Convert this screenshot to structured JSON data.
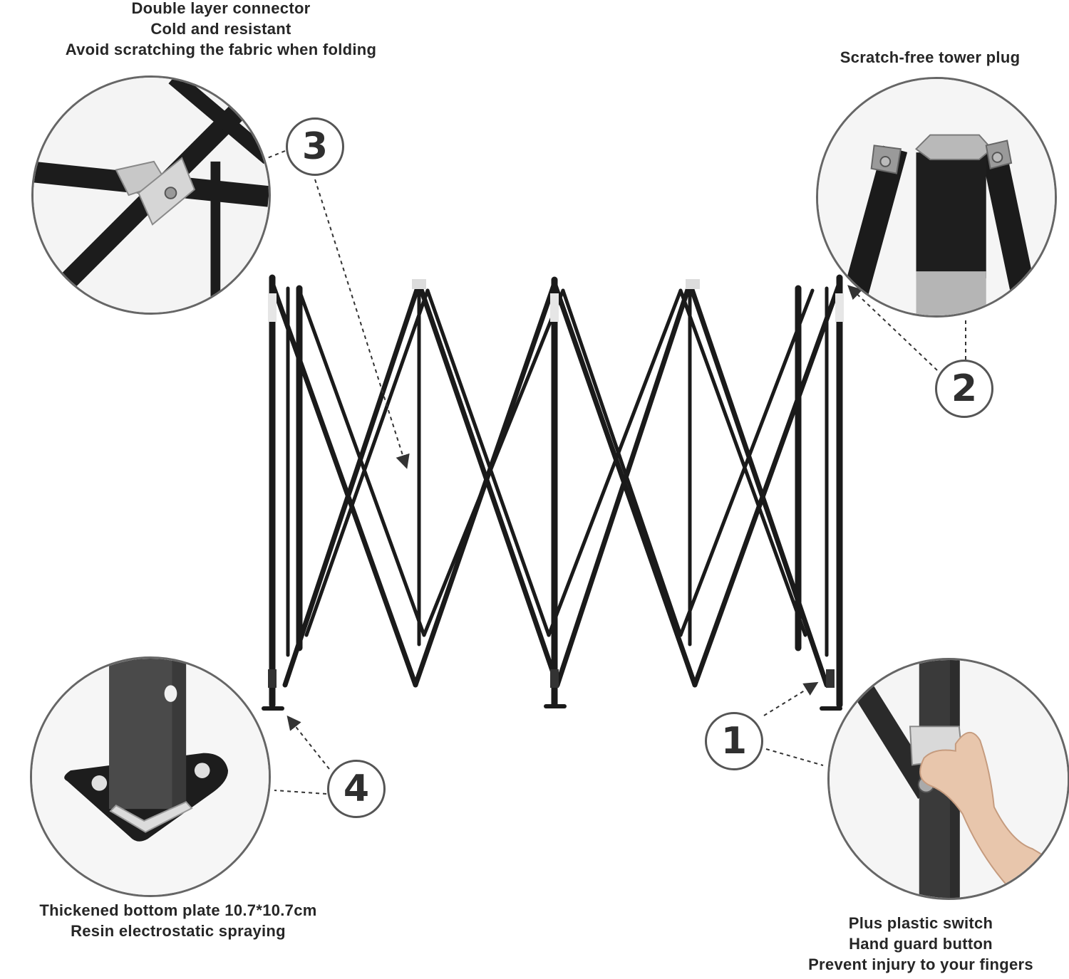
{
  "callouts": [
    {
      "number": "1",
      "lines": [
        "Plus plastic switch",
        "Hand guard button",
        "Prevent injury to your fingers"
      ],
      "icon": "hand-press-button-icon"
    },
    {
      "number": "2",
      "lines": [
        "Scratch-free tower plug"
      ],
      "icon": "tower-plug-icon"
    },
    {
      "number": "3",
      "lines": [
        "Double layer connector",
        "Cold and resistant",
        "Avoid scratching the fabric when folding"
      ],
      "icon": "connector-icon"
    },
    {
      "number": "4",
      "lines": [
        "Thickened bottom plate 10.7*10.7cm",
        "Resin electrostatic spraying"
      ],
      "icon": "foot-plate-icon"
    }
  ],
  "colors": {
    "frame": "#1a1a1a",
    "badge_border": "#555555",
    "circle_border": "#666666",
    "leader": "#333333"
  }
}
